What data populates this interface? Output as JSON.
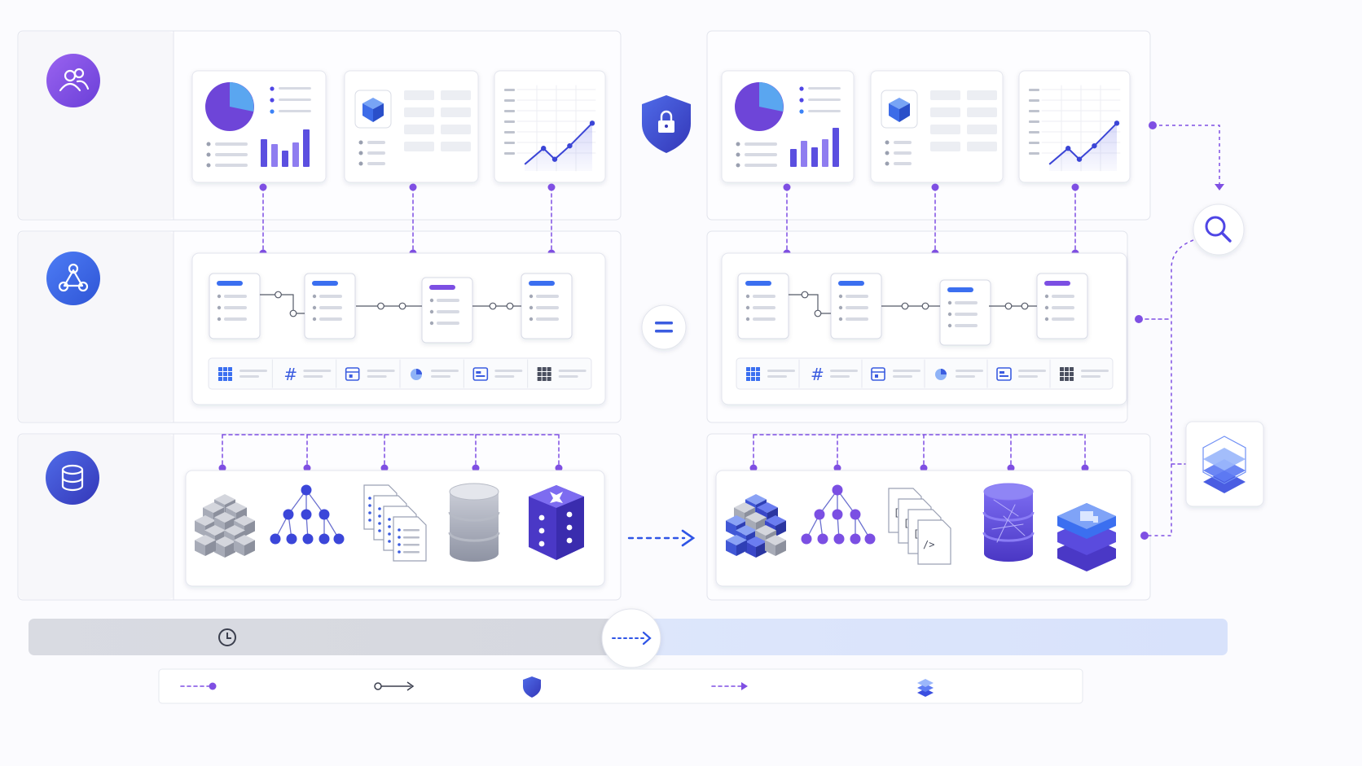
{
  "colors": {
    "purple": "#7f4fe3",
    "indigo": "#4f46e5",
    "blue": "#3b6ff0",
    "lavender": "#8b7cf6",
    "light_blue_band": "#dde6fb",
    "gray_band": "#d8dae1",
    "panel_border": "#e2e4ec",
    "panel_fill": "#f7f7fa",
    "card_fill": "#ffffff",
    "grey_line": "#d7dae3",
    "dark_icon": "#3b3f4e"
  },
  "layers": [
    {
      "id": "presentation",
      "icon": "users-icon"
    },
    {
      "id": "logic",
      "icon": "graph-nodes-icon"
    },
    {
      "id": "data",
      "icon": "database-icon"
    }
  ],
  "top_cards": [
    {
      "kind": "pie-bar-chart",
      "icon": "pie-chart-icon"
    },
    {
      "kind": "cube-table",
      "icon": "cube-icon"
    },
    {
      "kind": "line-chart-table",
      "icon": "line-chart-icon"
    }
  ],
  "field_types": [
    "grid-icon",
    "hash-icon",
    "calendar-icon",
    "pie-slice-icon",
    "form-icon",
    "grid-icon"
  ],
  "legacy_stores": [
    "gray-cubes-icon",
    "tree-icon",
    "documents-icon",
    "gray-database-icon",
    "purple-hex-store-icon"
  ],
  "modern_stores": [
    "blue-cubes-icon",
    "purple-tree-icon",
    "code-documents-icon",
    "geo-database-icon",
    "stacked-layers-icon"
  ],
  "center_symbols": [
    "shield-lock-icon",
    "equals-icon"
  ],
  "side_symbols": [
    "search-icon",
    "layered-cube-icon"
  ],
  "timeline": {
    "left_icon": "clock-icon",
    "center_icon": "dashed-arrow-icon"
  },
  "legend": [
    "dashed-connector-icon",
    "relationship-link-icon",
    "shield-icon",
    "dashed-arrow-icon",
    "layered-cube-icon"
  ]
}
